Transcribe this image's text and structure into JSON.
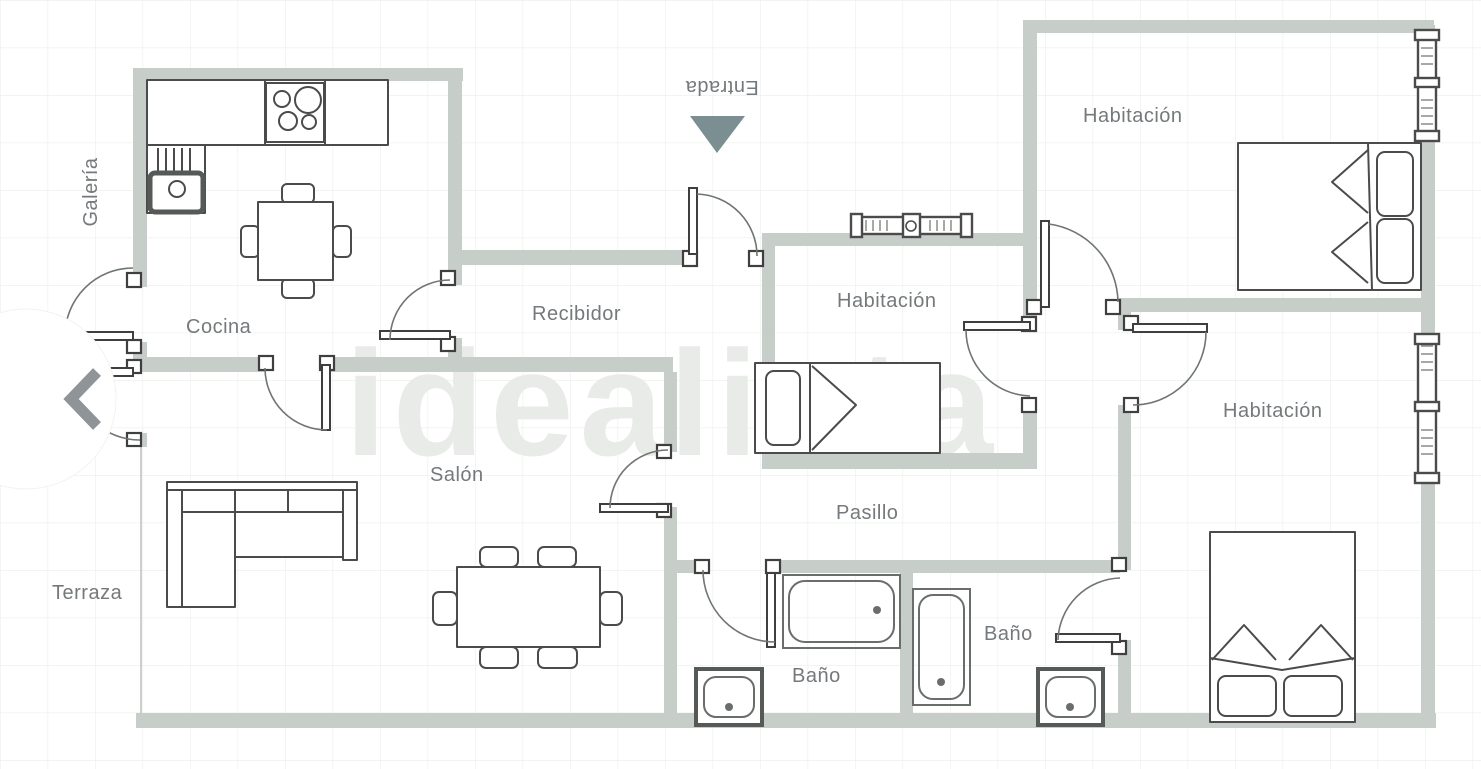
{
  "floorplan": {
    "watermark": "idealista",
    "entrance": {
      "label": "Entrada",
      "arrow_icon": "down-triangle-icon",
      "arrow_color": "#7b8e91"
    },
    "rooms": {
      "galeria": {
        "label": "Galería"
      },
      "cocina": {
        "label": "Cocina",
        "furniture": [
          "kitchen-counter",
          "stove-four-burners",
          "kitchen-sink",
          "square-table-four-chairs"
        ]
      },
      "recibidor": {
        "label": "Recibidor"
      },
      "habitacion_top_right": {
        "label": "Habitación",
        "furniture": [
          "double-bed"
        ],
        "features": [
          "window"
        ]
      },
      "habitacion_middle": {
        "label": "Habitación",
        "furniture": [
          "single-bed"
        ],
        "features": [
          "window"
        ]
      },
      "habitacion_bottom_right": {
        "label": "Habitación",
        "furniture": [
          "double-bed"
        ],
        "features": [
          "window"
        ]
      },
      "salon": {
        "label": "Salón",
        "furniture": [
          "corner-sofa",
          "dining-table-six-chairs"
        ]
      },
      "pasillo": {
        "label": "Pasillo"
      },
      "terraza": {
        "label": "Terraza"
      },
      "bano_left": {
        "label": "Baño",
        "furniture": [
          "bathtub",
          "washbasin"
        ]
      },
      "bano_right": {
        "label": "Baño",
        "furniture": [
          "bathtub",
          "washbasin"
        ]
      }
    },
    "colors": {
      "wall": "#c7cdc8",
      "furniture_line": "#4b4b4b",
      "label_text": "#75797b",
      "grid_line": "#e0e4e0",
      "watermark": "#e9ebe9",
      "entrance_arrow": "#7b8e91",
      "back_chevron": "#8f9499"
    }
  },
  "controls": {
    "back_button": {
      "icon": "chevron-left-icon"
    }
  }
}
